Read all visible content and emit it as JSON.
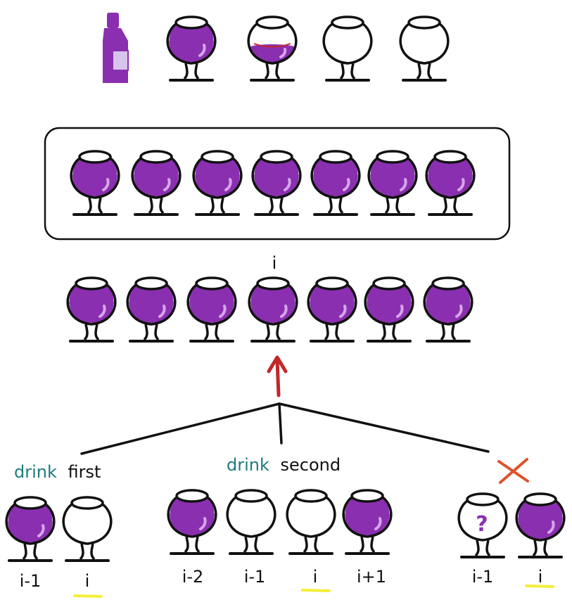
{
  "top_row": {
    "glasses": [
      {
        "fill": "purple"
      },
      {
        "fill": "purple-low"
      },
      {
        "fill": "empty"
      },
      {
        "fill": "empty"
      }
    ]
  },
  "boxed_row": {
    "count": 7
  },
  "middle_row": {
    "index_label": "i",
    "count": 7
  },
  "branches": {
    "left": {
      "caption_drink": "drink",
      "caption_rest": "first",
      "labels": [
        "i-1",
        "i"
      ]
    },
    "middle": {
      "caption_drink": "drink",
      "caption_rest": "second",
      "labels": [
        "i-2",
        "i-1",
        "i",
        "i+1"
      ]
    },
    "right": {
      "question_mark": "?",
      "labels": [
        "i-1",
        "i"
      ]
    }
  },
  "colors": {
    "wine": "#8a2fb0",
    "wine_highlight": "#d6a6ea",
    "outline": "#111111",
    "arrow": "#c0282a",
    "cross": "#e0522a",
    "underline": "#f4ee3a",
    "drink_word": "#1f7a80"
  },
  "icons": [
    "wine-bottle-icon",
    "wine-glass-icon",
    "cross-icon",
    "up-arrow-icon"
  ]
}
